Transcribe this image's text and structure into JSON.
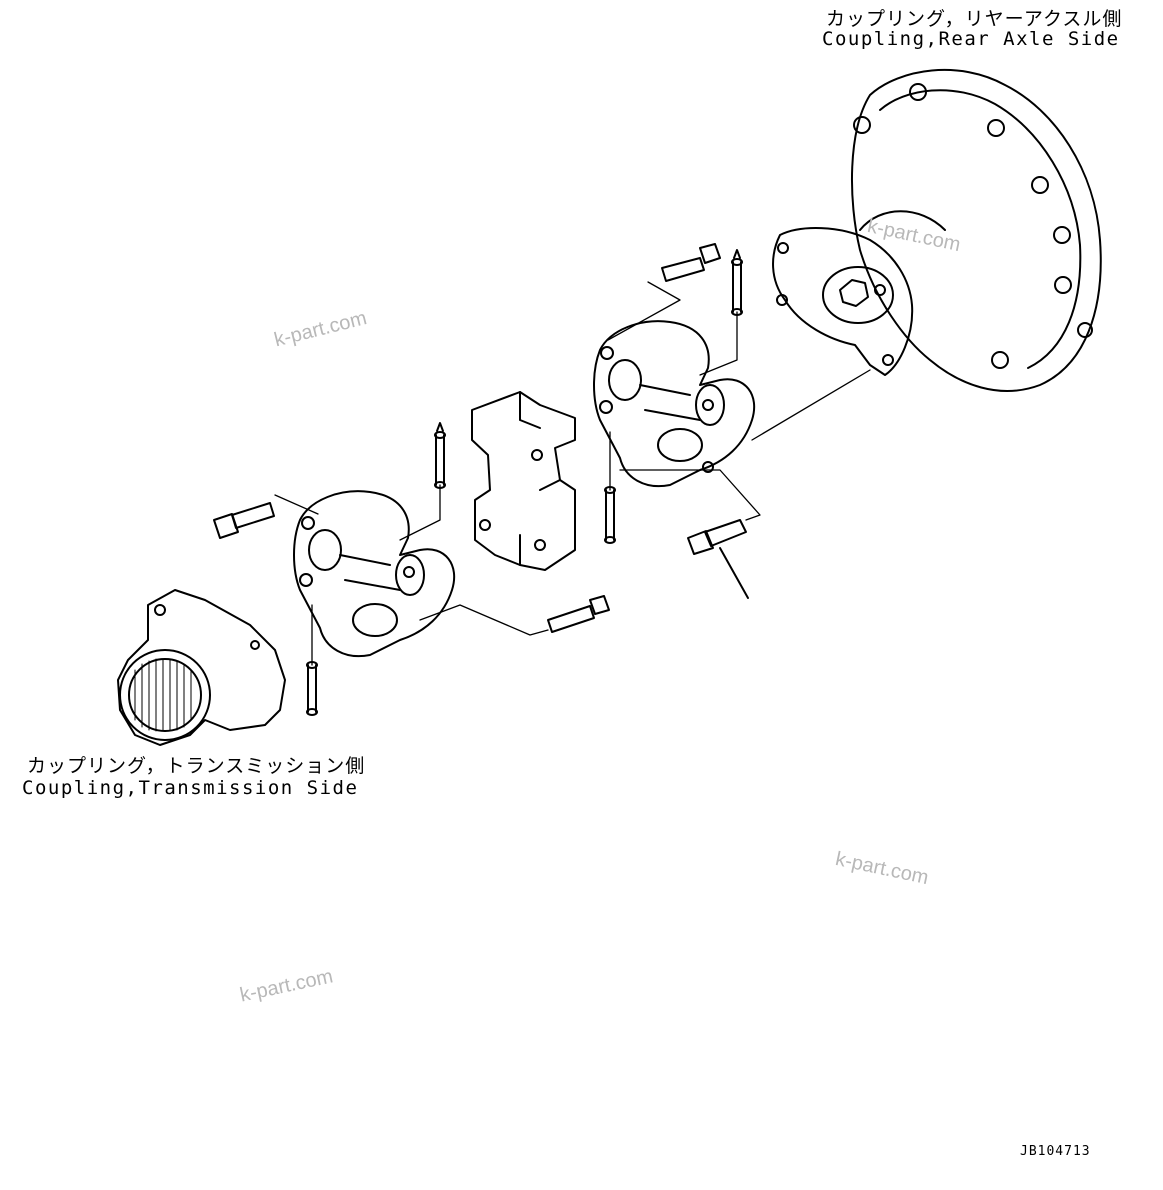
{
  "labels": {
    "rear_axle": {
      "ja": "カップリング，リヤーアクスル側",
      "en": "Coupling,Rear Axle Side"
    },
    "transmission": {
      "ja": "カップリング，トランスミッション側",
      "en": "Coupling,Transmission Side"
    }
  },
  "watermarks": [
    "k-part.com",
    "k-part.com",
    "k-part.com",
    "k-part.com"
  ],
  "drawing_code": "JB104713"
}
